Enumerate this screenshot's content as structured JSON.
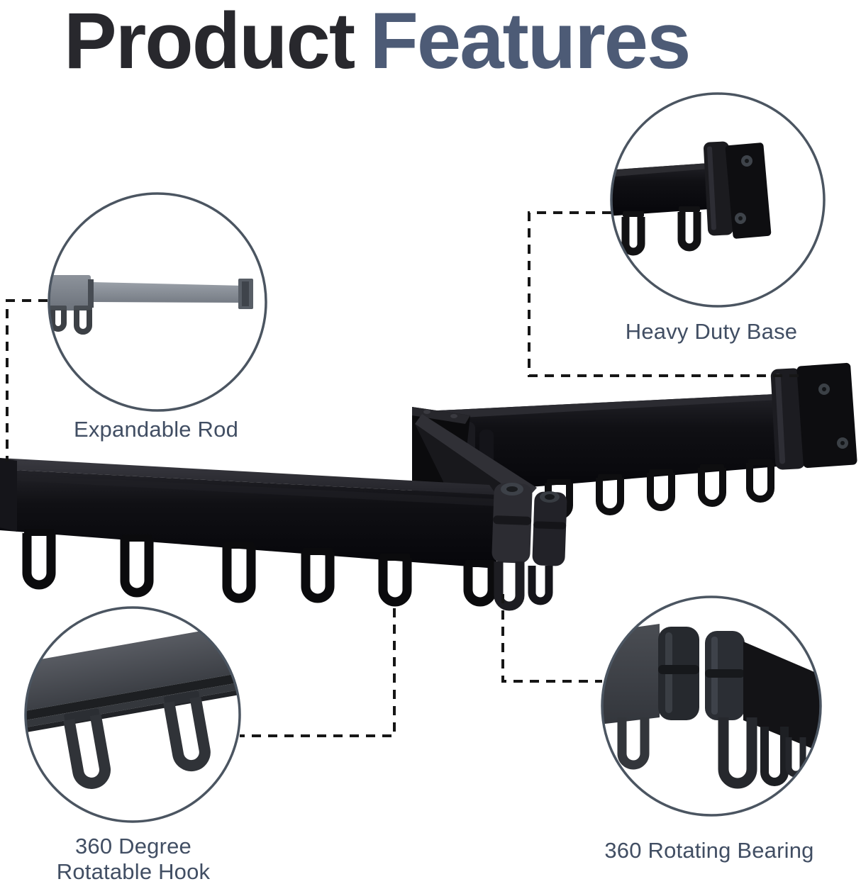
{
  "page": {
    "title_part1": "Product",
    "title_part2": "Features"
  },
  "features": [
    {
      "id": "expandable-rod",
      "label": "Expandable Rod"
    },
    {
      "id": "heavy-duty-base",
      "label": "Heavy Duty Base"
    },
    {
      "id": "rotatable-hook",
      "label_line1": "360 Degree",
      "label_line2": "Rotatable Hook"
    },
    {
      "id": "rotating-bearing",
      "label": "360 Rotating Bearing"
    }
  ],
  "colors": {
    "background": "#ffffff",
    "title_primary": "#28282d",
    "title_accent": "#4d5b76",
    "label_text": "#414e63",
    "circle_stroke": "#4b5561",
    "connector_dash": "#161616",
    "product_black": "#0b0b0d",
    "rod_gray": "#8a9098"
  }
}
